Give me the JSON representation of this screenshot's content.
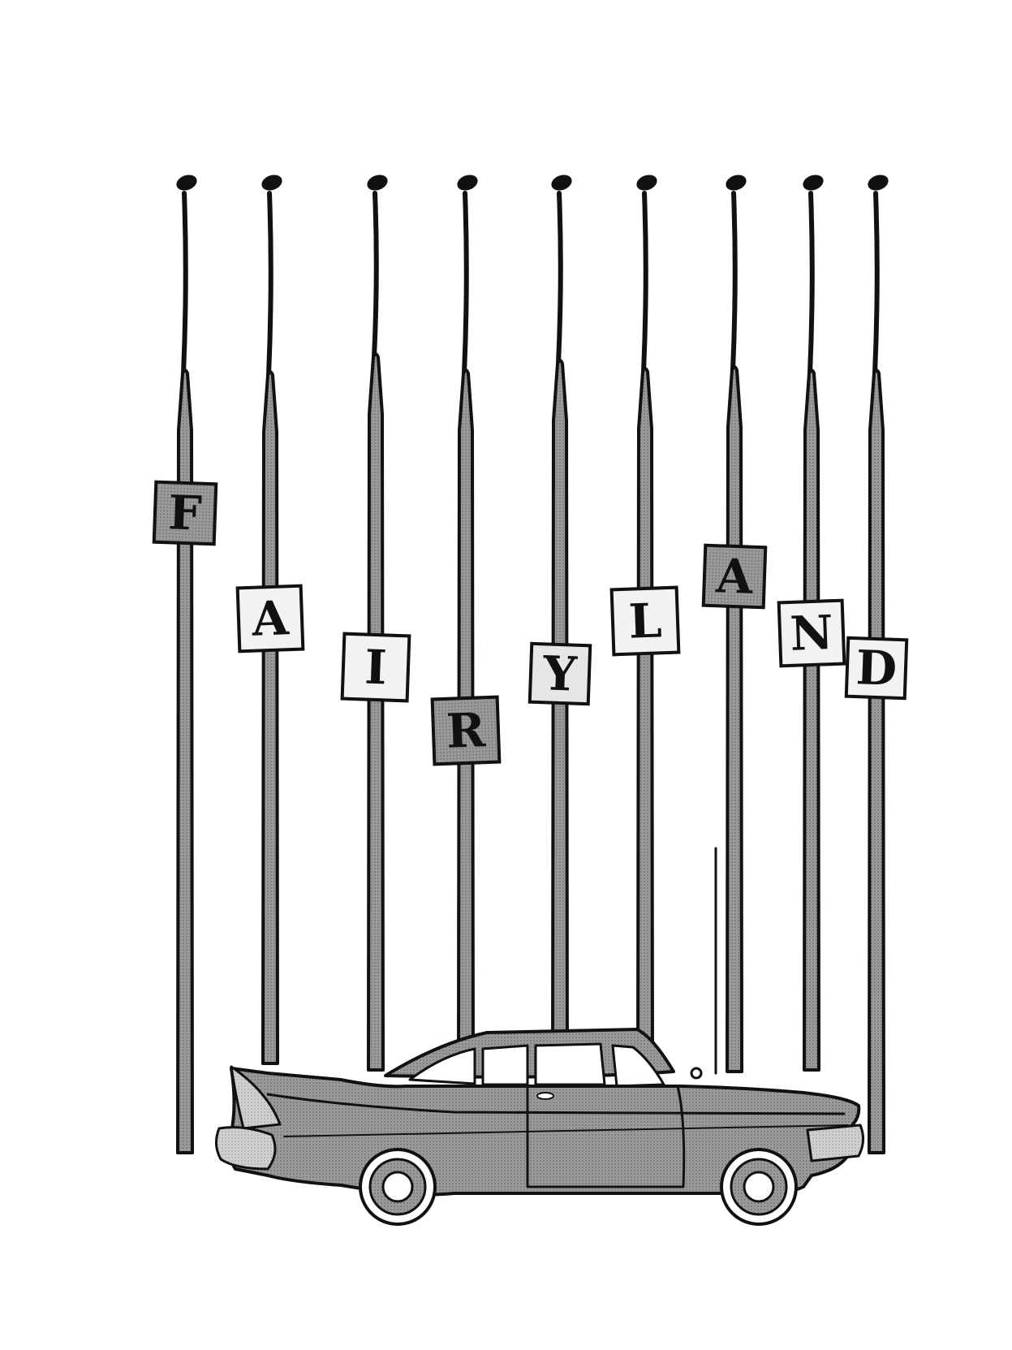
{
  "sign": {
    "letters": [
      "F",
      "A",
      "I",
      "R",
      "Y",
      "L",
      "A",
      "N",
      "D"
    ],
    "tile_colors": [
      "#7a7a7a",
      "#f2f2f2",
      "#f2f2f2",
      "#7a7a7a",
      "#e6e6e6",
      "#f2f2f2",
      "#7a7a7a",
      "#f2f2f2",
      "#f2f2f2"
    ]
  },
  "colors": {
    "ink": "#111111",
    "pole_fill": "#a8a8a8",
    "car_body": "#8e8e8e",
    "car_light": "#d9d9d9",
    "background": "#ffffff"
  }
}
